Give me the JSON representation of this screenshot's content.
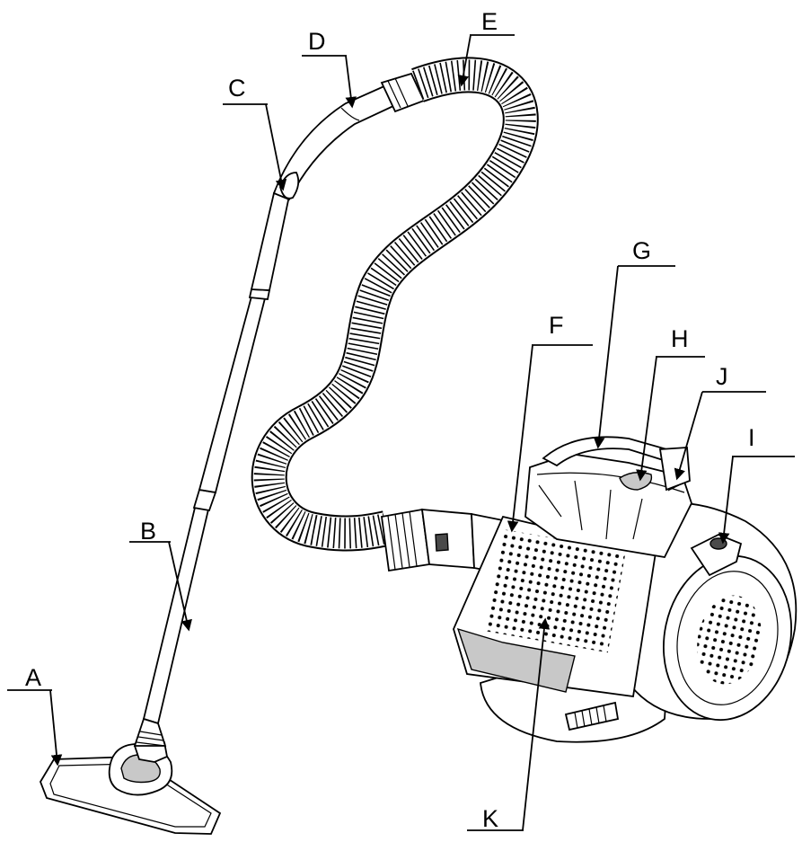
{
  "callouts": [
    {
      "id": "A",
      "text": "A"
    },
    {
      "id": "B",
      "text": "B"
    },
    {
      "id": "C",
      "text": "C"
    },
    {
      "id": "D",
      "text": "D"
    },
    {
      "id": "E",
      "text": "E"
    },
    {
      "id": "F",
      "text": "F"
    },
    {
      "id": "G",
      "text": "G"
    },
    {
      "id": "H",
      "text": "H"
    },
    {
      "id": "I",
      "text": "I"
    },
    {
      "id": "J",
      "text": "J"
    },
    {
      "id": "K",
      "text": "K"
    }
  ]
}
